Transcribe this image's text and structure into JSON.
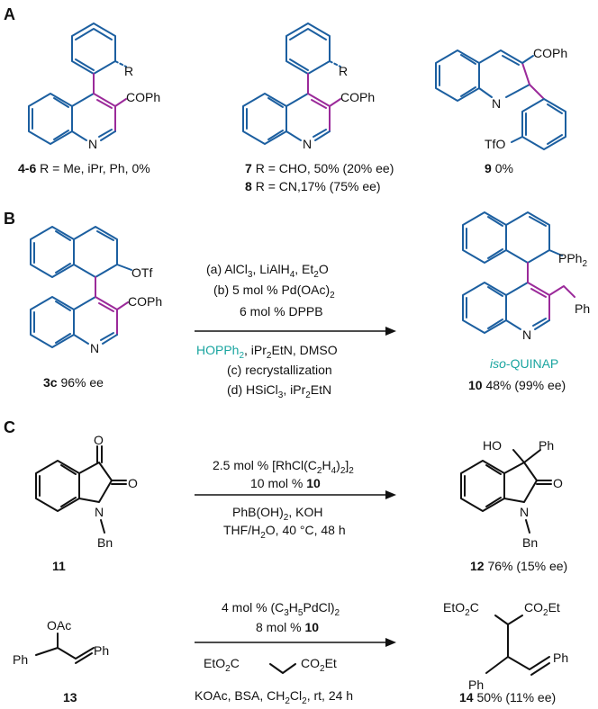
{
  "colors": {
    "quinoline": "#1c5fa0",
    "new_bond": "#9b2a9a",
    "reagent_highlight": "#1aa5a0",
    "text": "#111111"
  },
  "sections": {
    "a": "A",
    "b": "B",
    "c": "C"
  },
  "panelA": {
    "c1": {
      "R": "R",
      "sub": "COPh",
      "N": "N",
      "cap_num": "4-6",
      "cap": "R = Me, iPr, Ph, 0%"
    },
    "c2": {
      "R": "R",
      "sub": "COPh",
      "N": "N",
      "cap1_num": "7",
      "cap1": "R = CHO, 50% (20% ee)",
      "cap2_num": "8",
      "cap2": "R = CN,17% (75% ee)"
    },
    "c3": {
      "sub": "COPh",
      "N": "N",
      "otf": "TfO",
      "cap_num": "9",
      "cap": "0%"
    }
  },
  "panelB": {
    "sm": {
      "otf": "OTf",
      "sub": "COPh",
      "N": "N",
      "cap_num": "3c",
      "cap": "96% ee"
    },
    "cond": [
      "(a) AlCl",
      "(b) 5 mol % Pd(OAc)",
      "6 mol % DPPB",
      "HOPPh",
      ", iPr",
      "EtN, DMSO",
      "(c) recrystallization",
      "(d) HSiCl",
      ", iPr",
      "EtN"
    ],
    "cond_a_rest": ", LiAlH",
    "cond_a_end": ", Et",
    "cond_a_o": "O",
    "product": {
      "pph": "PPh",
      "ph": "Ph",
      "N": "N",
      "name_it": "iso",
      "name": "-QUINAP",
      "cap_num": "10",
      "cap": "48% (99% ee)"
    }
  },
  "panelC": {
    "r1": {
      "cond1": "2.5 mol % [RhCl(C",
      "cond1b": "H",
      "cond1c": ")",
      "cond1d": "]",
      "cond2": "10 mol %",
      "cond2_num": "10",
      "cond3": "PhB(OH)",
      "cond3b": ", KOH",
      "cond4": "THF/H",
      "cond4b": "O, 40 °C, 48 h",
      "sm": {
        "O1": "O",
        "O2": "O",
        "N": "N",
        "Bn": "Bn",
        "num": "11"
      },
      "pr": {
        "HO": "HO",
        "Ph": "Ph",
        "O": "O",
        "N": "N",
        "Bn": "Bn",
        "num": "12",
        "cap": "76% (15% ee)"
      }
    },
    "r2": {
      "cond1": "4 mol % (C",
      "cond1b": "H",
      "cond1c": "PdCl)",
      "cond2": "8 mol %",
      "cond2_num": "10",
      "cond3a": "EtO",
      "cond3b": "C",
      "cond3c": "CO",
      "cond3d": "Et",
      "cond4": "KOAc, BSA, CH",
      "cond4b": "Cl",
      "cond4c": ", rt, 24 h",
      "sm": {
        "OAc": "OAc",
        "Ph1": "Ph",
        "Ph2": "Ph",
        "num": "13"
      },
      "pr": {
        "e1": "EtO",
        "e1b": "C",
        "e2": "CO",
        "e2b": "Et",
        "Ph1": "Ph",
        "Ph2": "Ph",
        "num": "14",
        "cap": "50% (11% ee)"
      }
    }
  }
}
